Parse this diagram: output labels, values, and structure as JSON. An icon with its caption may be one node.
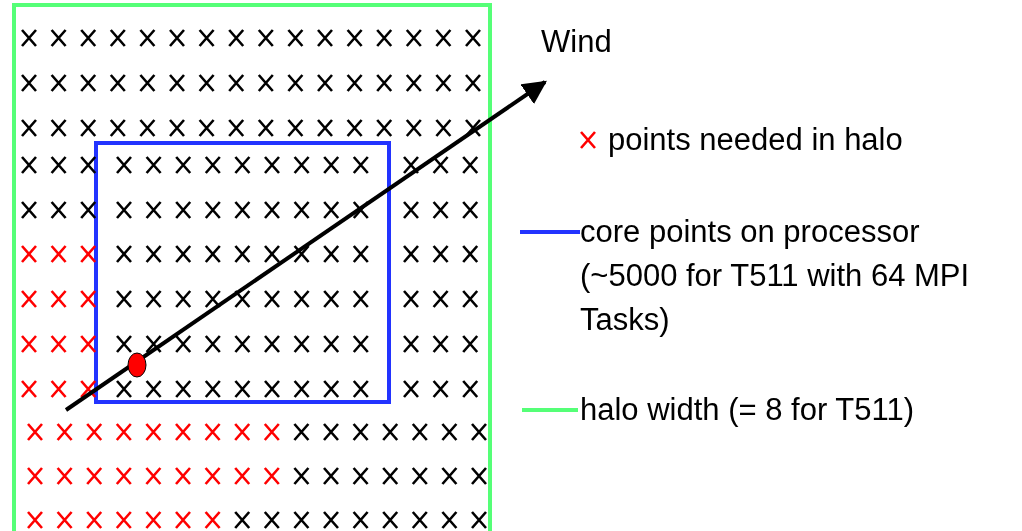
{
  "diagram": {
    "labels": [
      "Wind"
    ],
    "legend": [
      {
        "text": "points needed in halo"
      },
      {
        "text": "core points on processor (~5000 for T511 with 64 MPI Tasks)"
      },
      {
        "text": "halo width (= 8 for T511)"
      }
    ]
  }
}
